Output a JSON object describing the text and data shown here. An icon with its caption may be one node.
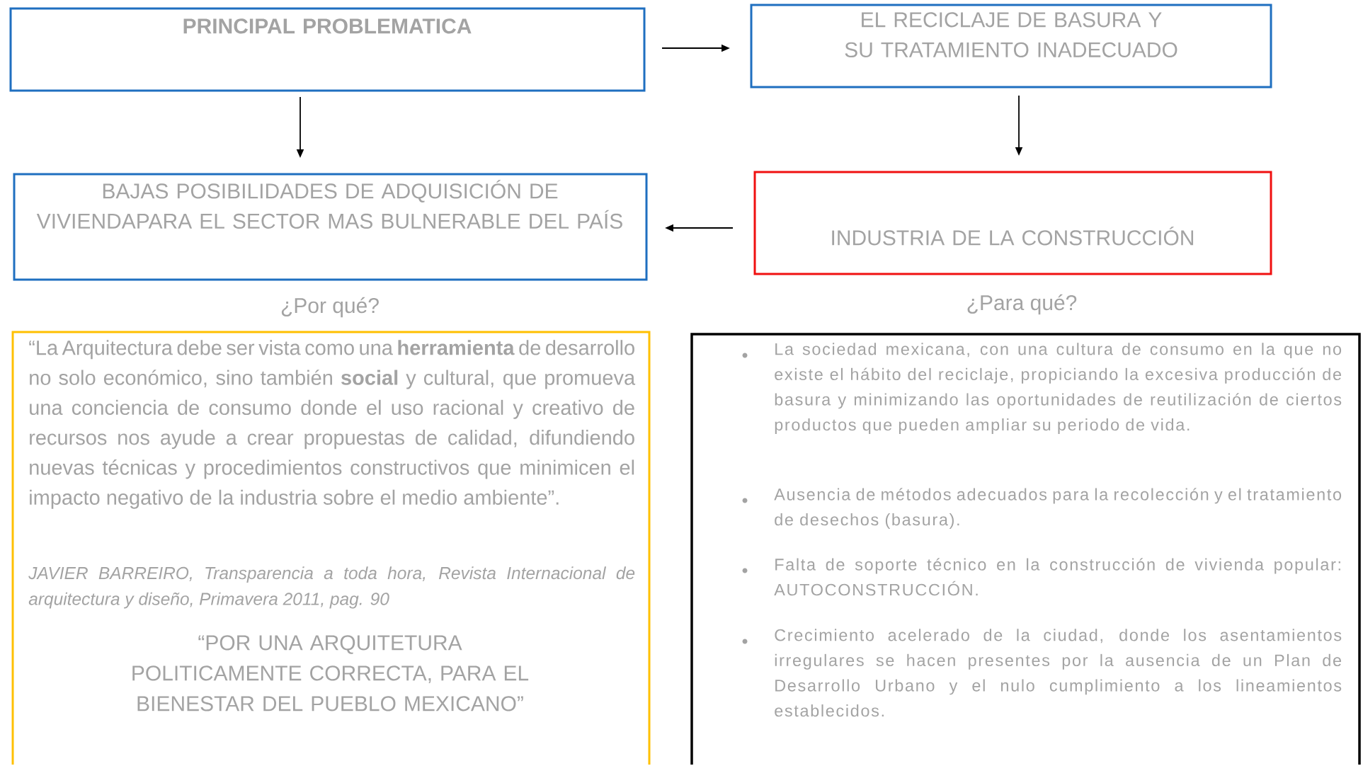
{
  "diagram": {
    "nodes": [
      {
        "text": [
          "PRINCIPAL PROBLEMATICA"
        ]
      },
      {
        "text": [
          "EL RECICLAJE DE BASURA Y SU TRATAMIENTO INADECUADO"
        ]
      },
      {
        "text": [
          "BAJAS POSIBILIDADES DE ADQUISICIÓN DE VIVIENDAPARA EL SECTOR MAS BULNERABLE DEL PAÍS"
        ]
      },
      {
        "text": [
          "INDUSTRIA DE LA CONSTRUCCIÓN"
        ]
      },
      {
        "text": [
          "¿Por qué?",
          "“La Arquitectura debe ser vista como una **herramienta** de desarrollo no solo económico, sino también **social** y cultural, que promueva una conciencia de consumo donde el uso racional y creativo de recursos nos ayude a crear propuestas de calidad, difundiendo nuevas técnicas y procedimientos constructivos que minimicen el impacto negativo de la industria sobre el medio ambiente”.",
          "JAVIER BARREIRO, Transparencia a toda hora, Revista Internacional de arquitectura y diseño, Primavera 2011, pag. 90",
          "“POR UNA ARQUITETURA POLITICAMENTE CORRECTA, PARA EL BIENESTAR DEL PUEBLO MEXICANO”"
        ]
      },
      {
        "text": [
          "¿Para qué?",
          "La sociedad mexicana, con una cultura de consumo en la que no existe el hábito del reciclaje, propiciando la excesiva producción de basura y minimizando las oportunidades de reutilización de ciertos productos que pueden ampliar su periodo de vida.",
          "Ausencia de métodos adecuados para la recolección y el tratamiento de desechos (basura).",
          "Falta de soporte técnico en la construcción de vivienda popular: AUTOCONSTRUCCIÓN.",
          "Crecimiento acelerado de la ciudad, donde los asentamientos irregulares se hacen presentes por la ausencia de un Plan de Desarrollo Urbano y el nulo cumplimiento a los lineamientos establecidos."
        ]
      }
    ],
    "edges": [
      {
        "from": 0,
        "to": 1,
        "arrow": "to"
      },
      {
        "from": 0,
        "to": 2,
        "arrow": "to"
      },
      {
        "from": 1,
        "to": 3,
        "arrow": "to"
      },
      {
        "from": 3,
        "to": 2,
        "arrow": "to"
      }
    ]
  }
}
